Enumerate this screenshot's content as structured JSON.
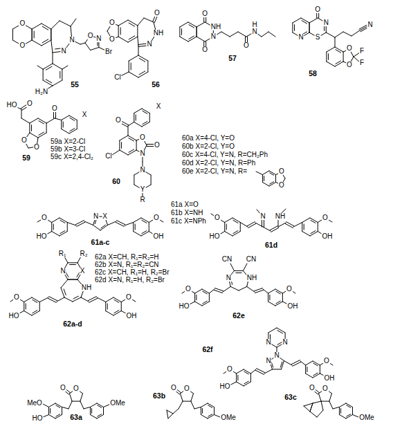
{
  "diagram": {
    "labels": [
      "O",
      "O",
      "N",
      "N",
      "O",
      "N",
      "Br",
      "H₂N",
      "55",
      "O",
      "O",
      "O",
      "NH",
      "N",
      "Cl",
      "56",
      "O",
      "O",
      "NH",
      "N",
      "O",
      "N",
      "H",
      "57",
      "N",
      "O",
      "N",
      "S",
      "N",
      "O",
      "O",
      "F",
      "F",
      "58",
      "HO",
      "O",
      "O",
      "X",
      "O",
      "O",
      "59",
      "59a X=2-Cl",
      "59b X=3-Cl",
      "59c X=2,4-Cl₂",
      "O",
      "X",
      "Cl",
      "O",
      "O",
      "N",
      "N",
      "Y",
      "R",
      "60",
      "60a X=4-Cl, Y=O",
      "60b X=2-Cl, Y=O",
      "60c X=4-Cl, Y=N, R=CH₂Ph",
      "60d X=2-Cl, Y=N, R=Ph",
      "60e X=2-Cl, Y=N, R=",
      "O",
      "O",
      "O",
      "HO",
      "N",
      "X",
      "O",
      "OH",
      "61a-c",
      "61a X=O",
      "61b X=NH",
      "61c X=NPh",
      "O",
      "HO",
      "N",
      "NH",
      "O",
      "OH",
      "61d",
      "R₁",
      "R₂",
      "N",
      "X",
      "NH",
      "O",
      "HO",
      "O",
      "OH",
      "62a-d",
      "62a X=CH, R₁=R₂=H",
      "62b X=N, R₁=R₂=CN",
      "62c X=CH, R₁=H, R₂=Br",
      "62d X=N, R₁=H, R₂=Br",
      "CN",
      "CN",
      "N",
      "NH",
      "O",
      "HO",
      "O",
      "OH",
      "62e",
      "N",
      "N",
      "N",
      "N",
      "O",
      "HO",
      "O",
      "OH",
      "62f",
      "O",
      "O",
      "MeO",
      "HO",
      "OMe",
      "63a",
      "O",
      "O",
      "OMe",
      "63b",
      "O",
      "O",
      "OMe",
      "63c"
    ]
  }
}
